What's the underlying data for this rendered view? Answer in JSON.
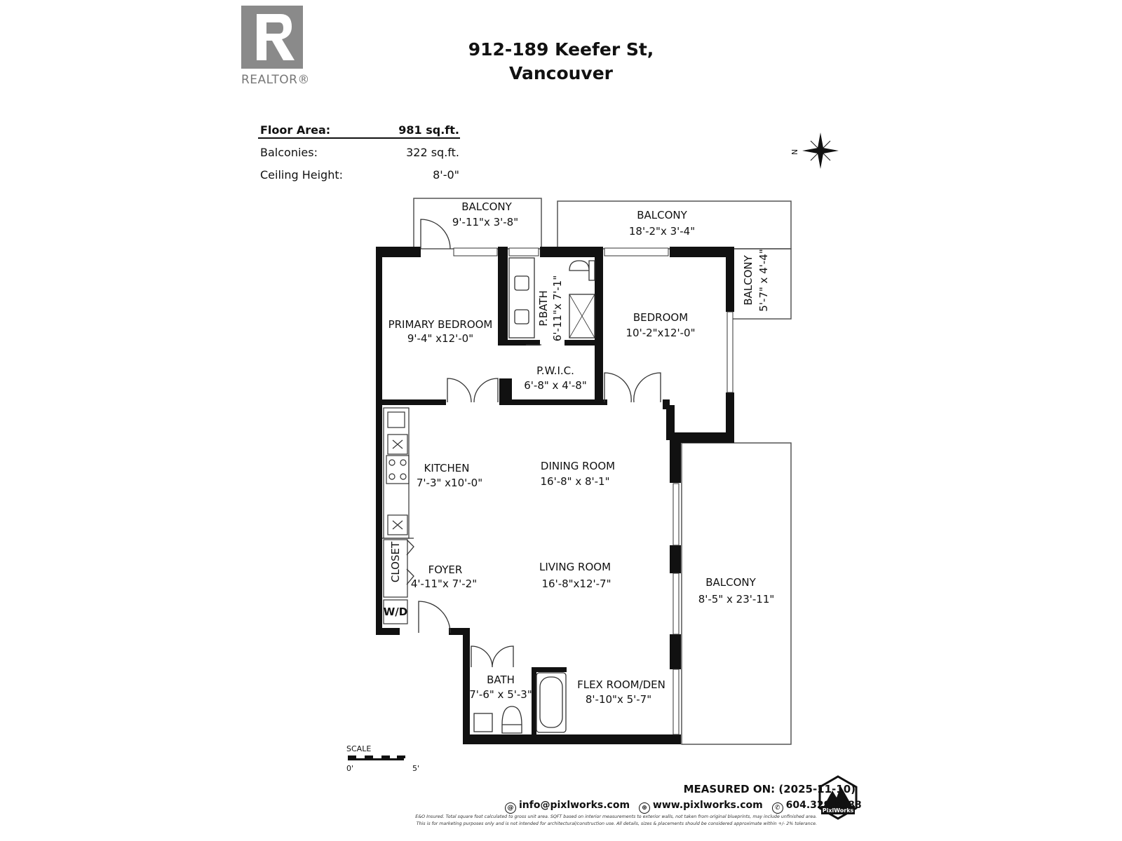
{
  "logo": {
    "brand_text": "REALTOR®"
  },
  "header": {
    "title_line1": "912-189 Keefer St,",
    "title_line2": "Vancouver"
  },
  "info": {
    "floor_area_label": "Floor Area:",
    "floor_area_value": "981 sq.ft.",
    "balconies_label": "Balconies:",
    "balconies_value": "322 sq.ft.",
    "ceiling_label": "Ceiling Height:",
    "ceiling_value": "8'-0\""
  },
  "compass": {
    "north_label": "N"
  },
  "rooms": {
    "balcony_top_left": {
      "name": "BALCONY",
      "dims": "9'-11\"x 3'-8\""
    },
    "balcony_top_right": {
      "name": "BALCONY",
      "dims": "18'-2\"x 3'-4\""
    },
    "balcony_right_small": {
      "name": "BALCONY",
      "dims": "5'-7\" x 4'-4\""
    },
    "primary_bedroom": {
      "name": "PRIMARY BEDROOM",
      "dims": "9'-4\" x12'-0\""
    },
    "p_bath": {
      "name": "P.BATH",
      "dims": "6'-11\"x 7'-1\""
    },
    "bedroom": {
      "name": "BEDROOM",
      "dims": "10'-2\"x12'-0\""
    },
    "pwic": {
      "name": "P.W.I.C.",
      "dims": "6'-8\" x 4'-8\""
    },
    "kitchen": {
      "name": "KITCHEN",
      "dims": "7'-3\" x10'-0\""
    },
    "dining_room": {
      "name": "DINING ROOM",
      "dims": "16'-8\" x 8'-1\""
    },
    "closet": {
      "name": "CLOSET"
    },
    "foyer": {
      "name": "FOYER",
      "dims": "4'-11\"x 7'-2\""
    },
    "living_room": {
      "name": "LIVING ROOM",
      "dims": "16'-8\"x12'-7\""
    },
    "balcony_large": {
      "name": "BALCONY",
      "dims": "8'-5\" x 23'-11\""
    },
    "washer_dryer": {
      "name": "W/D"
    },
    "bath": {
      "name": "BATH",
      "dims": "7'-6\" x 5'-3\""
    },
    "flex_room": {
      "name": "FLEX ROOM/DEN",
      "dims": "8'-10\"x 5'-7\""
    }
  },
  "scale": {
    "label": "SCALE",
    "min": "0'",
    "max": "5'"
  },
  "footer": {
    "measured_on": "MEASURED ON: (2025-11-10)",
    "email": "info@pixlworks.com",
    "website": "www.pixlworks.com",
    "phone": "604.329.5788",
    "badge_text": "PixlWorks",
    "disclaimer_1": "E&O Insured.  Total square foot calculated to gross unit area. SQFT based on interior measurements to exterior walls, not taken from original blueprints, may include unfinished area.",
    "disclaimer_2": "This is for marketing purposes only and is not intended for architectural/construction use.  All details, sizes & placements should be considered approximate within +/- 2% tolerance."
  },
  "colors": {
    "wall": "#111111",
    "logo_grey": "#8a8a8a",
    "line": "#555555"
  }
}
